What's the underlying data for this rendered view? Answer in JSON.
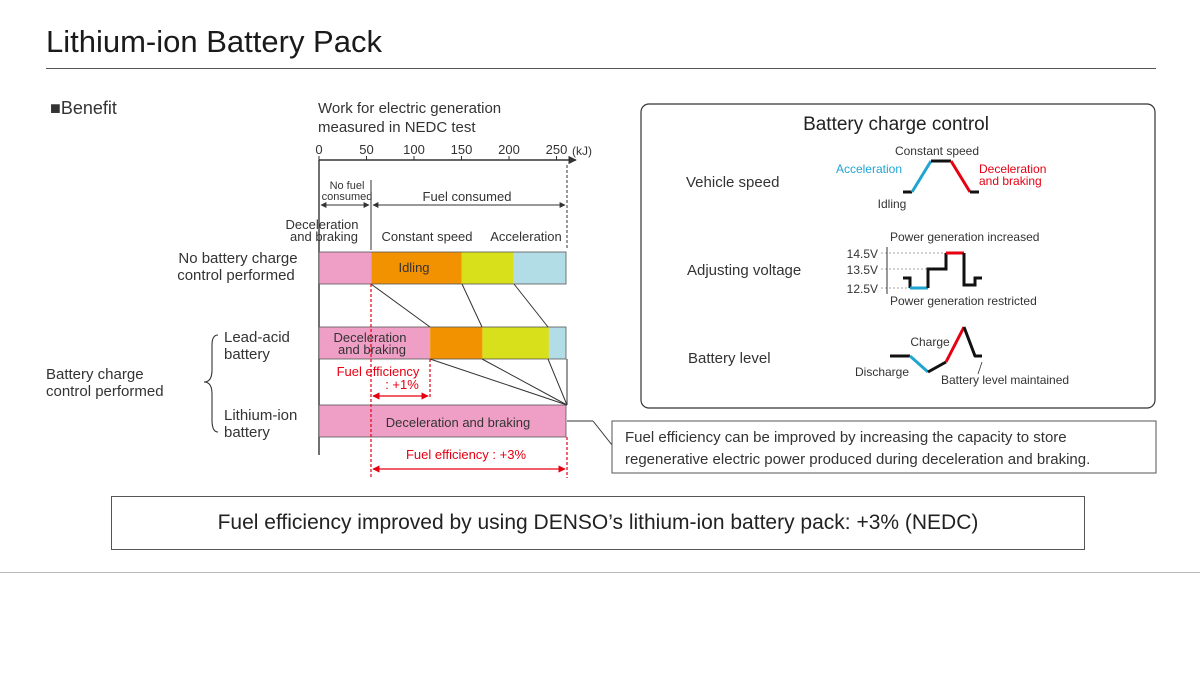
{
  "title": "Lithium-ion Battery Pack",
  "benefit_label": "■Benefit",
  "axis": {
    "title_line1": "Work for electric generation",
    "title_line2": "measured in NEDC test",
    "ticks": [
      "0",
      "50",
      "100",
      "150",
      "200",
      "250"
    ],
    "unit": "(kJ)"
  },
  "annotations": {
    "no_fuel_line1": "No fuel",
    "no_fuel_line2": "consumed",
    "fuel_consumed": "Fuel consumed",
    "decel_line1": "Deceleration",
    "decel_line2": "and braking",
    "constant_speed": "Constant speed",
    "acceleration": "Acceleration",
    "idling": "Idling",
    "decel_bar2_line1": "Deceleration",
    "decel_bar2_line2": "and braking",
    "decel_bar3": "Deceleration and braking",
    "fe1_line1": "Fuel efficiency",
    "fe1_line2": ": +1%",
    "fe3": "Fuel efficiency : +3%"
  },
  "row_labels": {
    "no_control_line1": "No battery charge",
    "no_control_line2": "control performed",
    "control_line1": "Battery charge",
    "control_line2": "control performed",
    "lead_line1": "Lead-acid",
    "lead_line2": "battery",
    "li_line1": "Lithium-ion",
    "li_line2": "battery"
  },
  "callout": {
    "line1": "Fuel efficiency can be improved by increasing the capacity to store",
    "line2": "regenerative electric power produced during deceleration and braking."
  },
  "control_panel": {
    "title": "Battery charge control",
    "vehicle_speed": "Vehicle speed",
    "constant_speed": "Constant speed",
    "acceleration": "Acceleration",
    "decel_line1": "Deceleration",
    "decel_line2": "and braking",
    "idling": "Idling",
    "adjusting_voltage": "Adjusting voltage",
    "v_high": "14.5V",
    "v_mid": "13.5V",
    "v_low": "12.5V",
    "gen_increased": "Power generation increased",
    "gen_restricted": "Power generation restricted",
    "battery_level": "Battery level",
    "charge": "Charge",
    "discharge": "Discharge",
    "maintained": "Battery level maintained"
  },
  "summary": "Fuel efficiency improved by using DENSO’s lithium-ion battery pack: +3% (NEDC)",
  "colors": {
    "pink": "#ef9fc6",
    "orange": "#f39200",
    "yellow": "#d7e01b",
    "light_blue": "#b3dde6",
    "red": "#e60012",
    "cyan": "#1fa5d0"
  },
  "chart_data": {
    "type": "bar",
    "orientation": "horizontal",
    "stacked": true,
    "xlabel": "Work for electric generation measured in NEDC test",
    "unit": "kJ",
    "xlim": [
      0,
      260
    ],
    "categories": [
      "No battery charge control performed",
      "Lead-acid battery",
      "Lithium-ion battery"
    ],
    "series": [
      {
        "name": "Deceleration and braking",
        "values": [
          55,
          117,
          260
        ]
      },
      {
        "name": "Idling",
        "values": [
          95,
          55,
          0
        ]
      },
      {
        "name": "Constant speed",
        "values": [
          55,
          70,
          0
        ]
      },
      {
        "name": "Acceleration",
        "values": [
          55,
          20,
          0
        ]
      }
    ],
    "fuel_efficiency_gain_percent": [
      0,
      1,
      3
    ]
  }
}
